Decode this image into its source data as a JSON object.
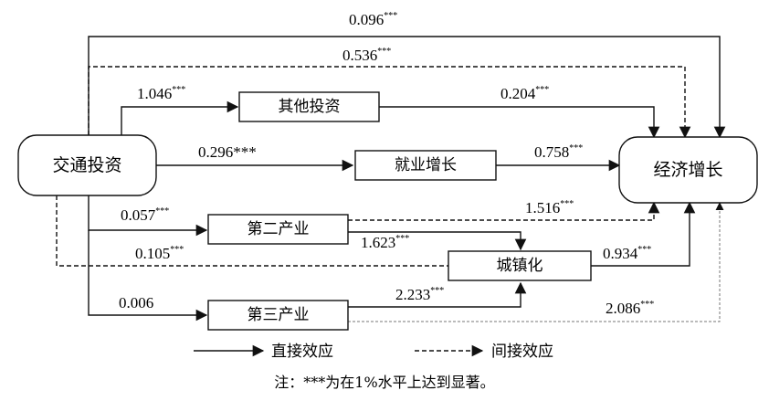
{
  "nodes": {
    "transport_investment": "交通投资",
    "economic_growth": "经济增长",
    "other_investment": "其他投资",
    "employment_growth": "就业增长",
    "secondary_industry": "第二产业",
    "urbanization": "城镇化",
    "tertiary_industry": "第三产业"
  },
  "coefficients": {
    "top_direct": {
      "value": "0.096",
      "sig": "***"
    },
    "top_indirect": {
      "value": "0.536",
      "sig": "***"
    },
    "to_other_investment": {
      "value": "1.046",
      "sig": "***"
    },
    "other_to_growth": {
      "value": "0.204",
      "sig": "***"
    },
    "to_employment": {
      "value": "0.296***",
      "sig": ""
    },
    "employment_to_growth": {
      "value": "0.758",
      "sig": "***"
    },
    "to_secondary": {
      "value": "0.057",
      "sig": "***"
    },
    "secondary_to_growth": {
      "value": "1.516",
      "sig": "***"
    },
    "secondary_to_urbanization": {
      "value": "1.623",
      "sig": "***"
    },
    "transport_to_urbanization": {
      "value": "0.105",
      "sig": "***"
    },
    "urbanization_to_growth": {
      "value": "0.934",
      "sig": "***"
    },
    "to_tertiary": {
      "value": "0.006",
      "sig": ""
    },
    "tertiary_to_urbanization": {
      "value": "2.233",
      "sig": "***"
    },
    "tertiary_to_growth": {
      "value": "2.086",
      "sig": "***"
    }
  },
  "legend": {
    "direct": "直接效应",
    "indirect": "间接效应"
  },
  "note": "注：***为在1%水平上达到显著。",
  "colors": {
    "line": "#111111",
    "indirect_light": "#777777"
  }
}
